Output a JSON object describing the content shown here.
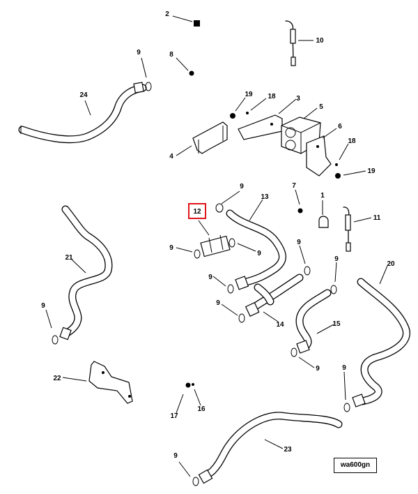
{
  "diagram": {
    "highlighted_callout": "12",
    "drawing_id": "wa600gn",
    "callouts": [
      {
        "id": "c2",
        "label": "2"
      },
      {
        "id": "c10",
        "label": "10"
      },
      {
        "id": "c8",
        "label": "8"
      },
      {
        "id": "c9a",
        "label": "9"
      },
      {
        "id": "c24",
        "label": "24"
      },
      {
        "id": "c19a",
        "label": "19"
      },
      {
        "id": "c18a",
        "label": "18"
      },
      {
        "id": "c3",
        "label": "3"
      },
      {
        "id": "c5",
        "label": "5"
      },
      {
        "id": "c6",
        "label": "6"
      },
      {
        "id": "c4",
        "label": "4"
      },
      {
        "id": "c18b",
        "label": "18"
      },
      {
        "id": "c19b",
        "label": "19"
      },
      {
        "id": "c9b",
        "label": "9"
      },
      {
        "id": "c13",
        "label": "13"
      },
      {
        "id": "c7",
        "label": "7"
      },
      {
        "id": "c1",
        "label": "1"
      },
      {
        "id": "c11",
        "label": "11"
      },
      {
        "id": "c12",
        "label": "12"
      },
      {
        "id": "c9c",
        "label": "9"
      },
      {
        "id": "c9d",
        "label": "9"
      },
      {
        "id": "c9e",
        "label": "9"
      },
      {
        "id": "c9f",
        "label": "9"
      },
      {
        "id": "c9g",
        "label": "9"
      },
      {
        "id": "c20",
        "label": "20"
      },
      {
        "id": "c21",
        "label": "21"
      },
      {
        "id": "c9h",
        "label": "9"
      },
      {
        "id": "c9i",
        "label": "9"
      },
      {
        "id": "c14",
        "label": "14"
      },
      {
        "id": "c15",
        "label": "15"
      },
      {
        "id": "c9j",
        "label": "9"
      },
      {
        "id": "c9k",
        "label": "9"
      },
      {
        "id": "c22",
        "label": "22"
      },
      {
        "id": "c17",
        "label": "17"
      },
      {
        "id": "c16",
        "label": "16"
      },
      {
        "id": "c23",
        "label": "23"
      },
      {
        "id": "c9l",
        "label": "9"
      }
    ]
  }
}
